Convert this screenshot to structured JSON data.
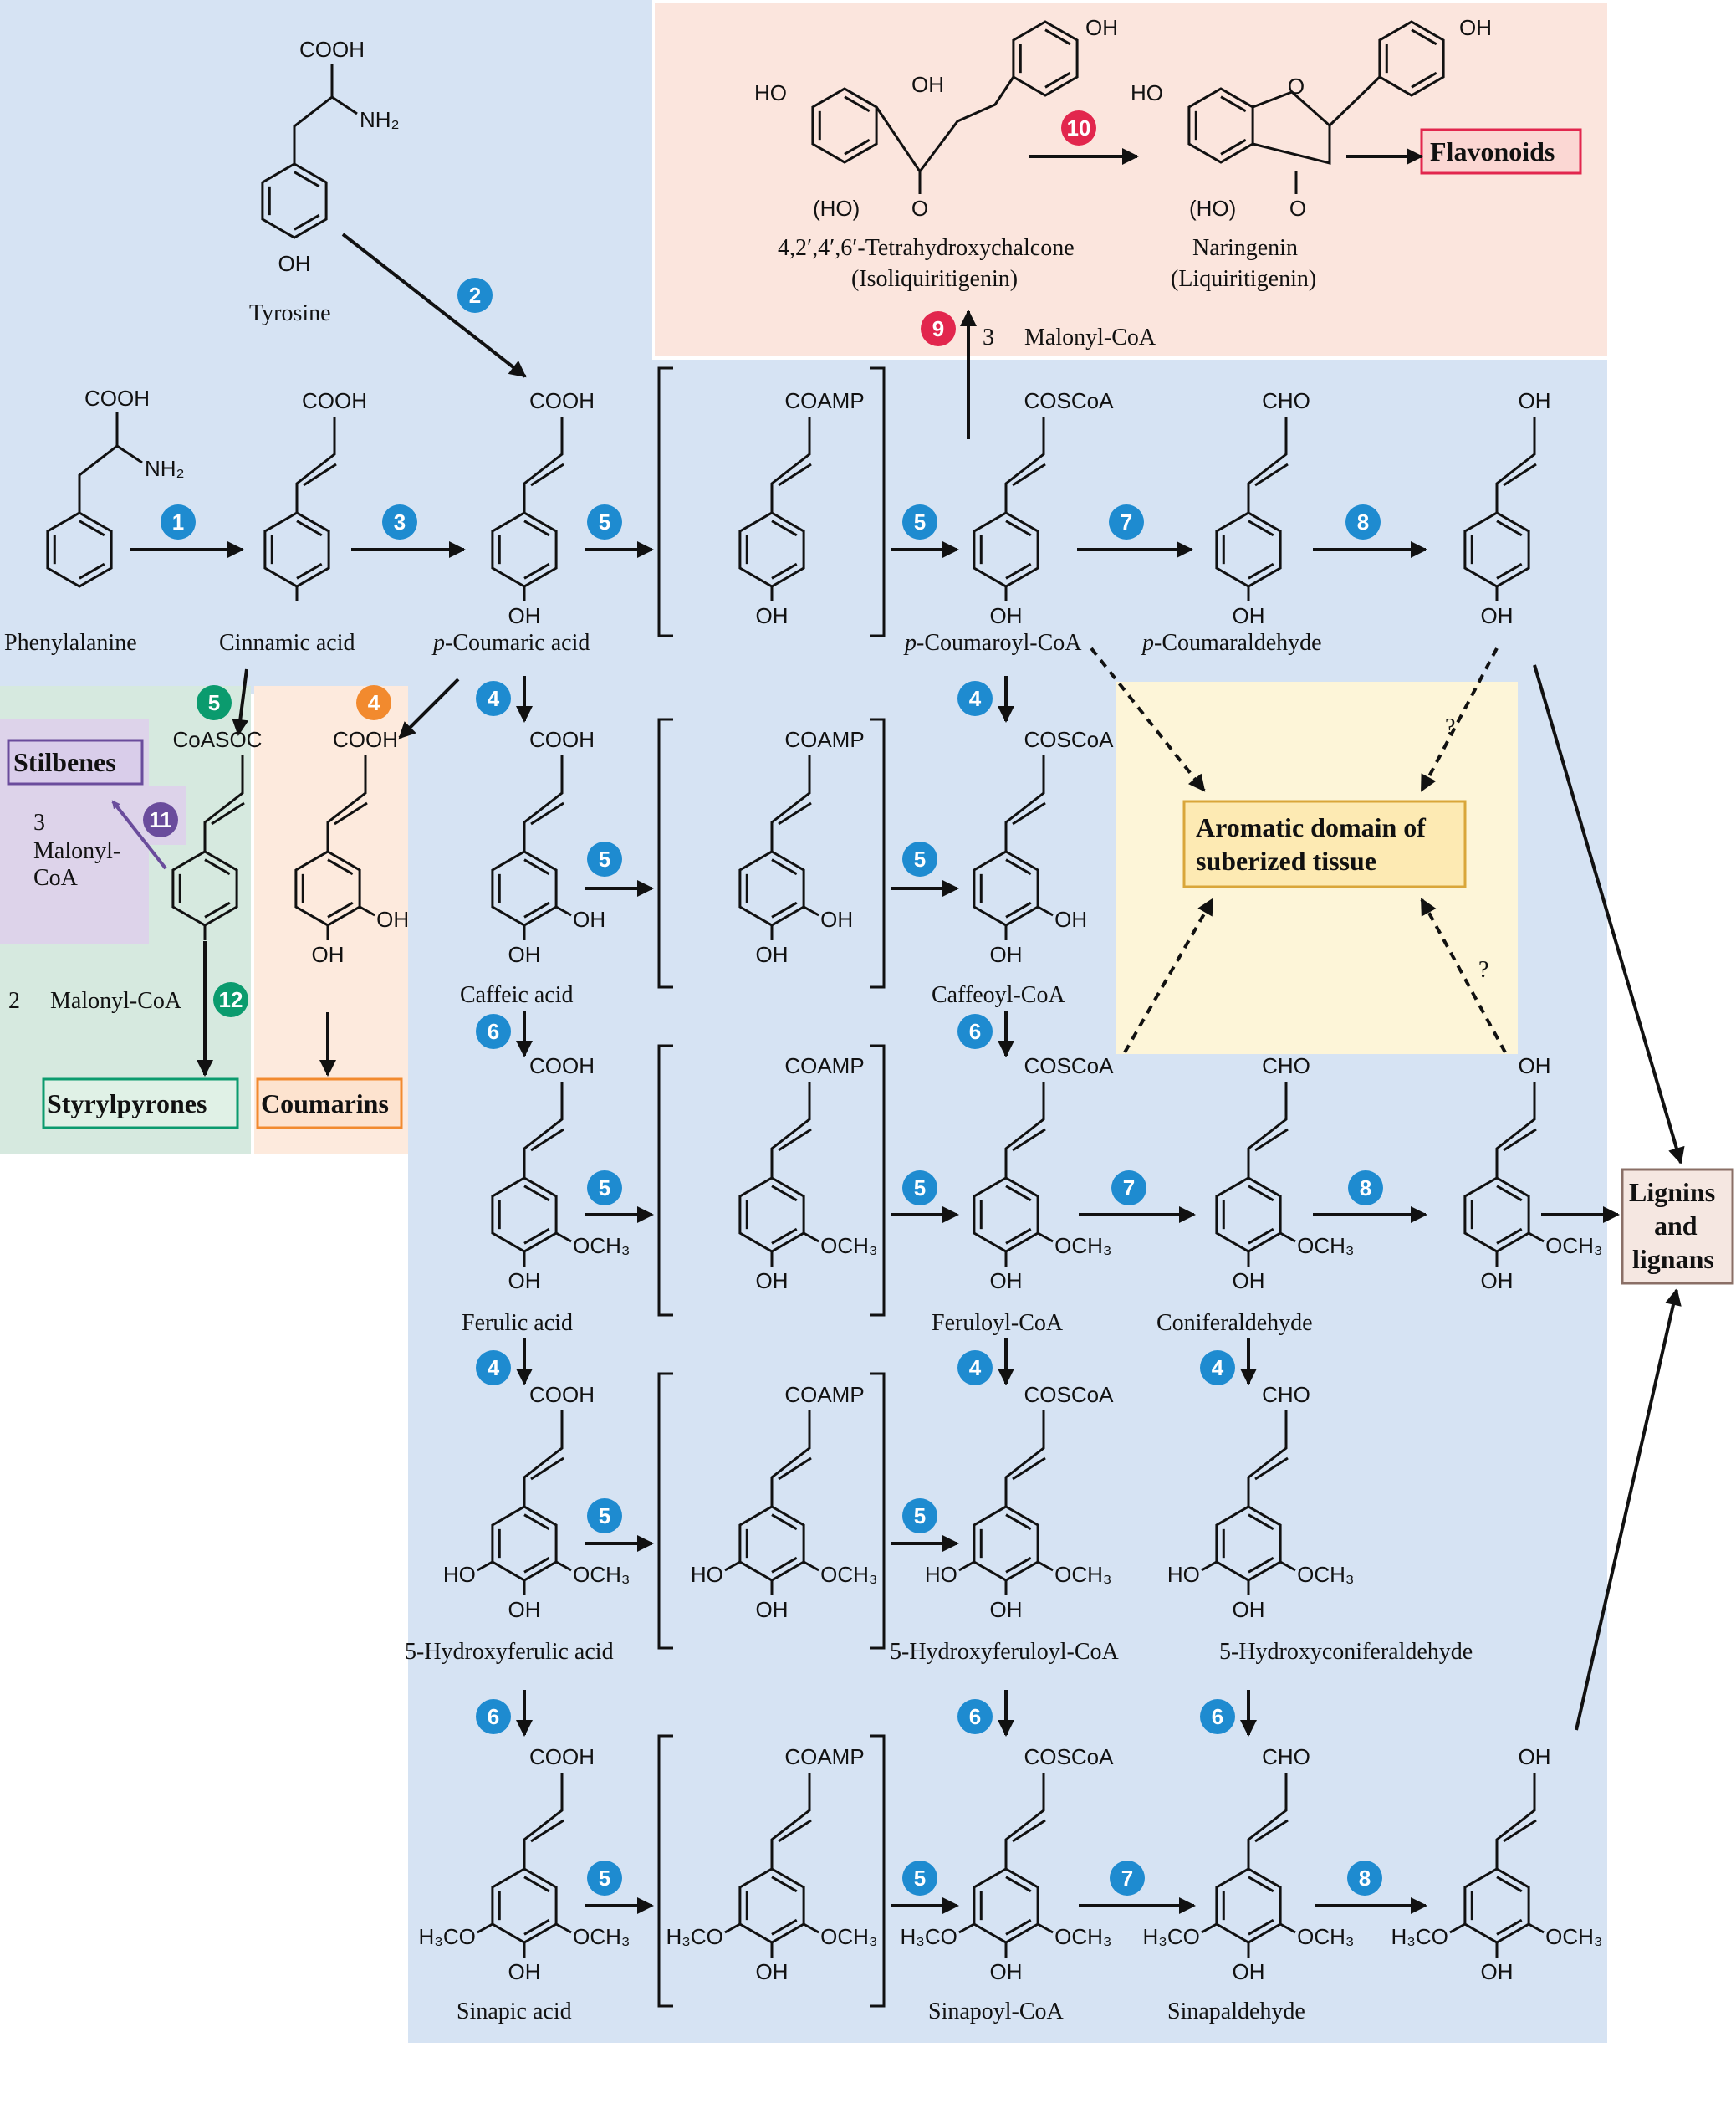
{
  "colors": {
    "blue_region": "#d6e3f3",
    "pink_region": "#fbe5dd",
    "green_region": "#d6e9df",
    "orange_region": "#fdeadd",
    "purple_region": "#ddd3ea",
    "yellow_region": "#fdf5d8",
    "step_blue": "#1e8bd0",
    "step_red": "#e2264d",
    "step_green": "#0b9b6e",
    "step_orange": "#f28a2e",
    "step_purple": "#6a4c9c"
  },
  "compounds": {
    "phenylalanine": "Phenylalanine",
    "cinnamic": "Cinnamic acid",
    "coumaric_prefix": "p",
    "coumaric": "-Coumaric acid",
    "tyrosine": "Tyrosine",
    "coumaroylcoa_prefix": "p",
    "coumaroylcoa": "-Coumaroyl-CoA",
    "coumaraldehyde_prefix": "p",
    "coumaraldehyde": "-Coumaraldehyde",
    "chalcone": "4,2′,4′,6′-Tetrahydroxychalcone",
    "chalcone_alt": "(Isoliquiritigenin)",
    "naringenin": "Naringenin",
    "naringenin_alt": "(Liquiritigenin)",
    "caffeic": "Caffeic acid",
    "caffeoylcoa": "Caffeoyl-CoA",
    "ferulic": "Ferulic acid",
    "feruloylcoa": "Feruloyl-CoA",
    "coniferaldehyde": "Coniferaldehyde",
    "hydroxyferulic": "5-Hydroxyferulic acid",
    "hydroxyferuloylcoa": "5-Hydroxyferuloyl-CoA",
    "hydroxyconiferaldehyde": "5-Hydroxyconiferaldehyde",
    "sinapic": "Sinapic acid",
    "sinapoylcoa": "Sinapoyl-CoA",
    "sinapaldehyde": "Sinapaldehyde"
  },
  "groups": {
    "cooh": "COOH",
    "nh2": "NH₂",
    "oh": "OH",
    "ho": "HO",
    "coamp": "COAMP",
    "coscoa": "COSCoA",
    "cho": "CHO",
    "och3": "OCH₃",
    "h3co": "H₃CO",
    "coasoc": "CoASOC",
    "ho_paren": "(HO)",
    "o": "O"
  },
  "cofactors": {
    "malonyl_3": "3",
    "malonyl_3_label": "Malonyl-CoA",
    "malonyl_stil_num": "3",
    "malonyl_stil_a": "Malonyl-",
    "malonyl_stil_b": "CoA",
    "malonyl_2": "2",
    "malonyl_2_label": "Malonyl-CoA",
    "question": "?"
  },
  "products": {
    "flavonoids": "Flavonoids",
    "stilbenes": "Stilbenes",
    "styrylpyrones": "Styrylpyrones",
    "coumarins": "Coumarins",
    "suberized_a": "Aromatic domain of",
    "suberized_b": "suberized tissue",
    "lignins_a": "Lignins",
    "lignins_b": "and",
    "lignins_c": "lignans"
  },
  "steps": {
    "s1": "1",
    "s2": "2",
    "s3": "3",
    "s4": "4",
    "s5": "5",
    "s6": "6",
    "s7": "7",
    "s8": "8",
    "s9": "9",
    "s10": "10",
    "s11": "11",
    "s12": "12"
  }
}
